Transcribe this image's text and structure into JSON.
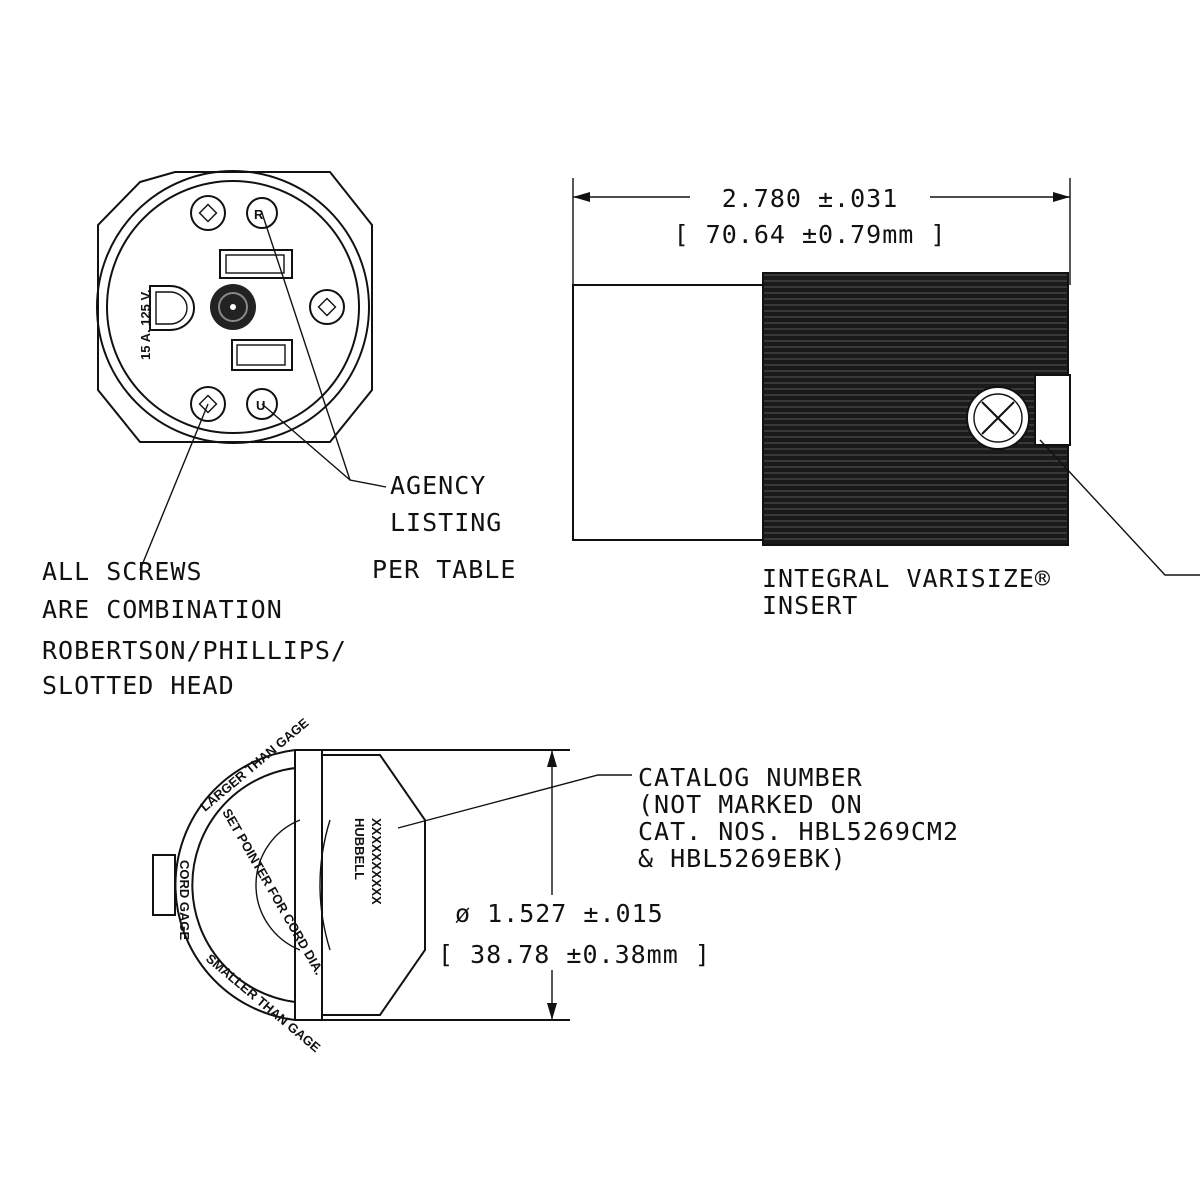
{
  "face_view": {
    "rating": "15 A. 125 V.",
    "agency_label": [
      "AGENCY",
      "LISTING",
      "PER TABLE"
    ],
    "screws_note": [
      "ALL SCREWS",
      "ARE COMBINATION",
      "ROBERTSON/PHILLIPS/",
      "SLOTTED HEAD"
    ]
  },
  "side_view": {
    "length_in": "2.780 ±.031",
    "length_mm": "[ 70.64 ±0.79mm ]",
    "insert_label": [
      "INTEGRAL VARISIZE®",
      "INSERT"
    ]
  },
  "rear_view": {
    "brand": "HUBBELL",
    "catalog_placeholder": "XXXXXXXXXX",
    "dial_text": "SET POINTER FOR CORD DIA.",
    "larger_text": "LARGER THAN GAGE",
    "smaller_text": "SMALLER THAN GAGE",
    "gage_text": "CORD GAGE",
    "diameter_in": "ø 1.527 ±.015",
    "diameter_mm": "[ 38.78 ±0.38mm ]",
    "catalog_note": [
      "CATALOG NUMBER",
      "(NOT MARKED ON",
      "CAT. NOS. HBL5269CM2",
      "& HBL5269EBK)"
    ]
  }
}
